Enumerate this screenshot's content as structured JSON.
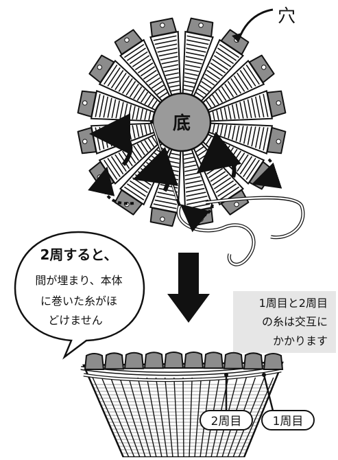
{
  "labels": {
    "hole": "穴",
    "bottom": "底",
    "speech_line1": "2周すると、",
    "speech_line2": "間が埋まり、本体",
    "speech_line3": "に巻いた糸がほ",
    "speech_line4": "どけません",
    "note_line1": "1周目と2周目",
    "note_line2": "の糸は交互に",
    "note_line3": "かかります",
    "round2": "2周目",
    "round1": "1周目"
  },
  "colors": {
    "tab_fill": "#8c8c8c",
    "center_fill": "#9a9a9a",
    "note_bg": "#e6e6e6",
    "ink": "#111111"
  }
}
